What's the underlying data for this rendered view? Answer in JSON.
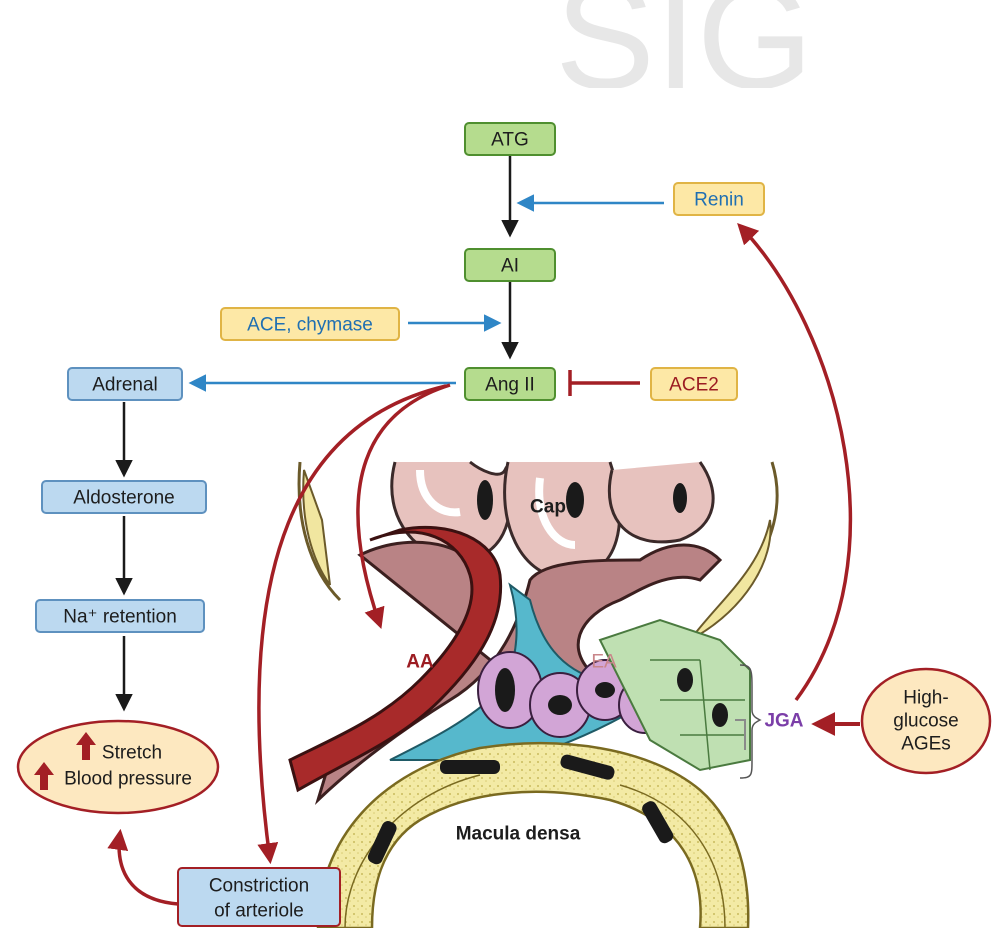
{
  "watermark": "SIG",
  "pathway": {
    "atg": "ATG",
    "ai": "AI",
    "ang2": "Ang II",
    "renin": "Renin",
    "ace": "ACE, chymase",
    "ace2": "ACE2"
  },
  "adrenal_axis": {
    "adrenal": "Adrenal",
    "aldosterone": "Aldosterone",
    "na_retention": "Na⁺ retention",
    "stretch": "Stretch",
    "blood_pressure": "Blood pressure"
  },
  "constriction": [
    "Constriction",
    "of arteriole"
  ],
  "histology": {
    "cap": "Cap",
    "aa": "AA",
    "ea": "EA",
    "jga": "JGA",
    "macula_densa": "Macula densa"
  },
  "stimulus": [
    "High-",
    "glucose",
    "AGEs"
  ],
  "colors": {
    "green_box": "#b5dc8e",
    "green_border": "#4f8f2f",
    "yellow_box": "#fde8a6",
    "yellow_border": "#e0b445",
    "blue_box": "#bcd9f0",
    "blue_border": "#5e91bf",
    "arrow_blue": "#2f86c6",
    "arrow_red": "#a31f25",
    "arrow_black": "#1a1a1a",
    "jga_purple": "#7b3ea8",
    "ea_pink": "#c9868a"
  }
}
